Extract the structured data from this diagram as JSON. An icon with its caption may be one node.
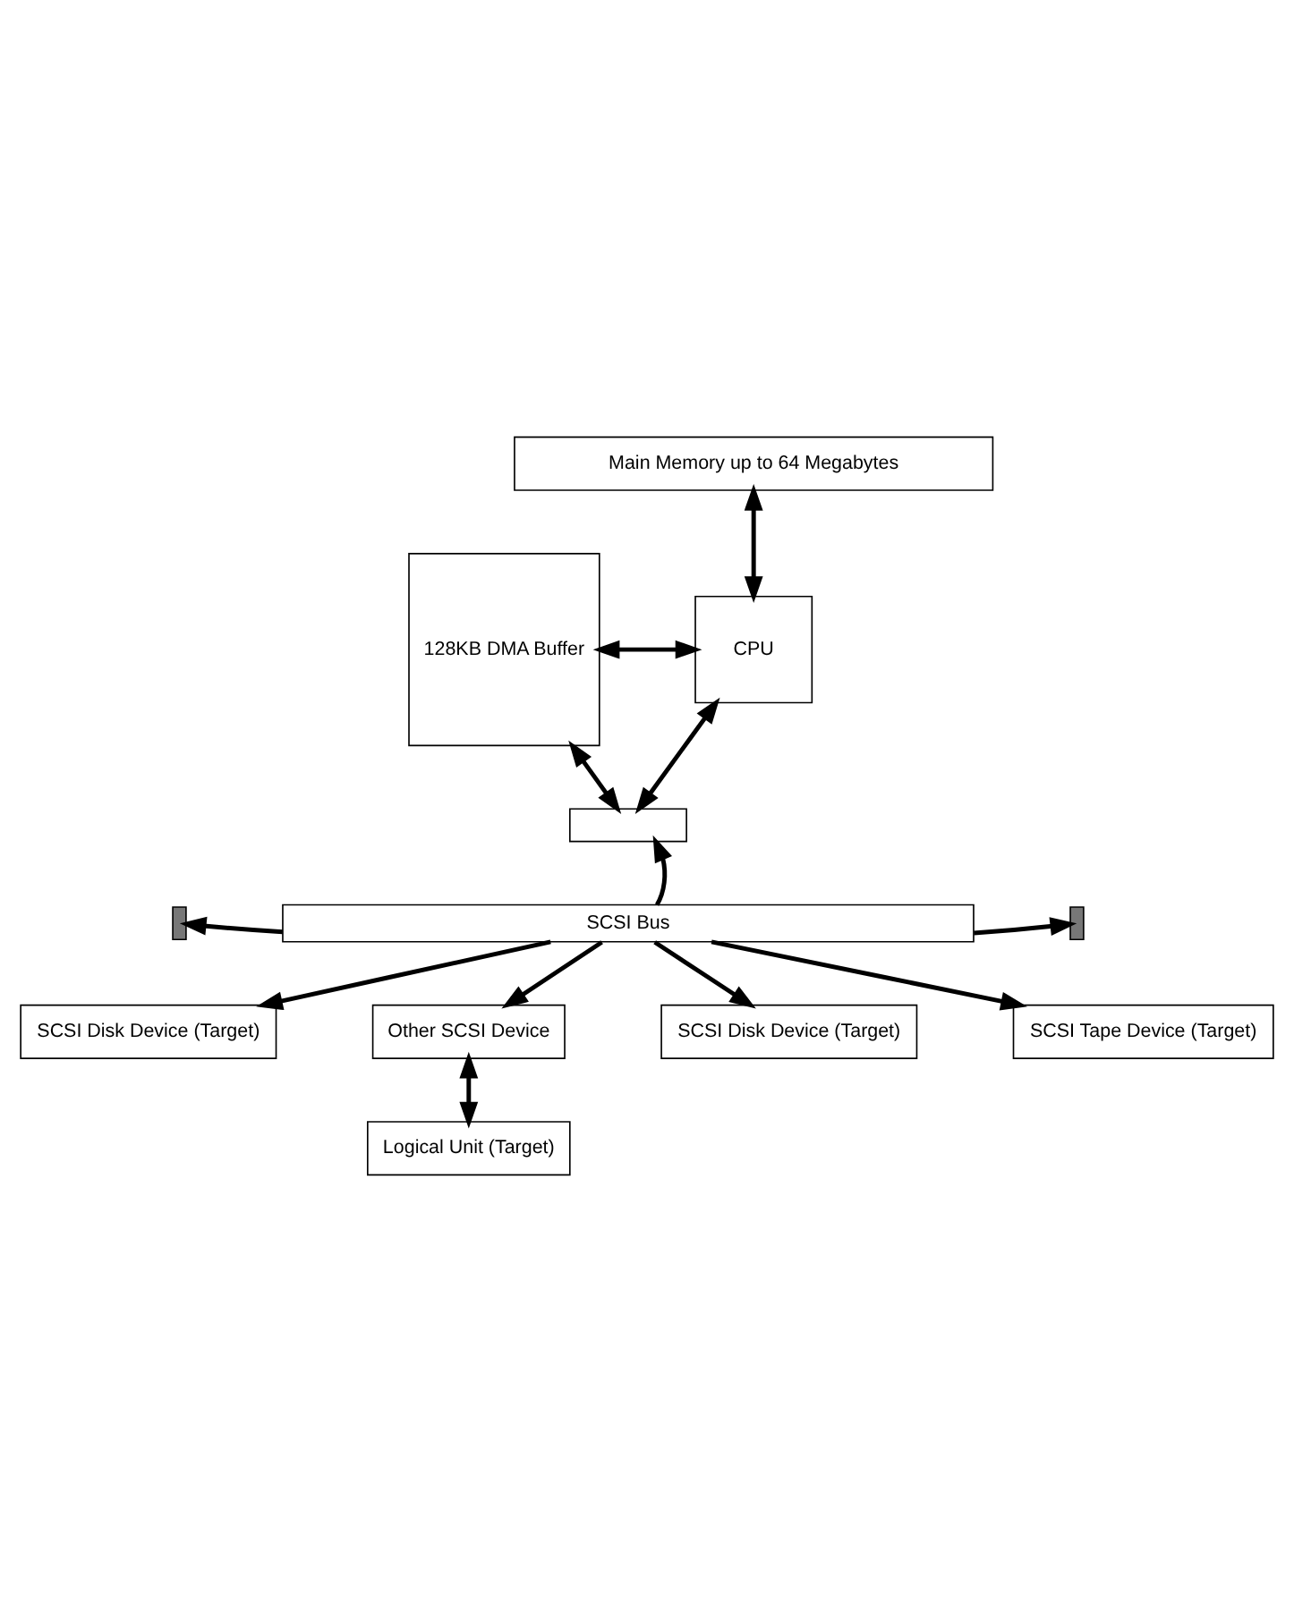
{
  "diagram": {
    "nodes": [
      {
        "text": [
          "Main Memory up to 64 Megabytes"
        ]
      },
      {
        "text": [
          "128KB DMA Buffer"
        ]
      },
      {
        "text": [
          "CPU"
        ]
      },
      {
        "text": [],
        "shape": "box"
      },
      {
        "text": [],
        "shape": "box"
      },
      {
        "text": [
          "SCSI Bus"
        ]
      },
      {
        "text": [],
        "shape": "box"
      },
      {
        "text": [
          "SCSI Disk Device (Target)"
        ]
      },
      {
        "text": [
          "Other SCSI Device"
        ]
      },
      {
        "text": [
          "SCSI Disk Device (Target)"
        ]
      },
      {
        "text": [
          "SCSI Tape Device (Target)"
        ]
      },
      {
        "text": [
          "Logical Unit (Target)"
        ]
      }
    ],
    "edges": [
      {
        "from": 0,
        "to": 2,
        "arrow": "both"
      },
      {
        "from": 1,
        "to": 2,
        "arrow": "both"
      },
      {
        "from": 2,
        "to": 3,
        "arrow": "both"
      },
      {
        "from": 1,
        "to": 3,
        "arrow": "both"
      },
      {
        "from": 5,
        "to": 3,
        "arrow": "to"
      },
      {
        "from": 5,
        "to": 4,
        "arrow": "to"
      },
      {
        "from": 5,
        "to": 6,
        "arrow": "to"
      },
      {
        "from": 5,
        "to": 7,
        "arrow": "to"
      },
      {
        "from": 5,
        "to": 8,
        "arrow": "to"
      },
      {
        "from": 5,
        "to": 9,
        "arrow": "to"
      },
      {
        "from": 5,
        "to": 10,
        "arrow": "to"
      },
      {
        "from": 8,
        "to": 11,
        "arrow": "both"
      }
    ]
  }
}
